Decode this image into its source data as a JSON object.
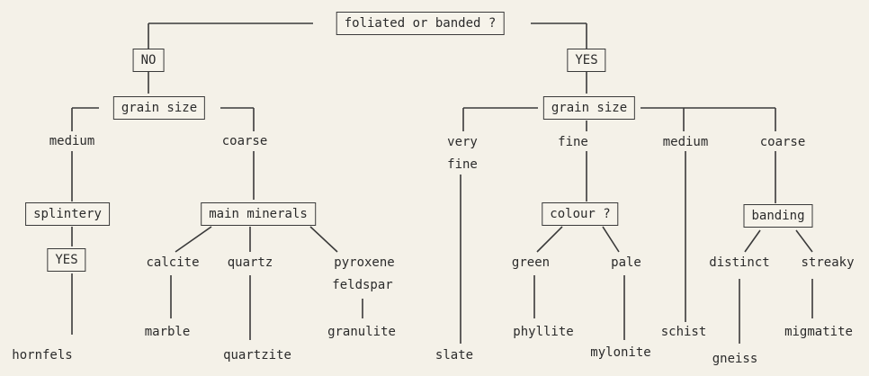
{
  "root": {
    "question": "foliated or banded ?"
  },
  "no_branch": {
    "answer": "NO",
    "grain_size": "grain size",
    "medium": "medium",
    "coarse": "coarse",
    "splintery": "splintery",
    "splintery_yes": "YES",
    "hornfels": "hornfels",
    "main_minerals": "main minerals",
    "calcite": "calcite",
    "quartz": "quartz",
    "pyroxene": "pyroxene",
    "feldspar": "feldspar",
    "marble": "marble",
    "quartzite": "quartzite",
    "granulite": "granulite"
  },
  "yes_branch": {
    "answer": "YES",
    "grain_size": "grain size",
    "very": "very",
    "fine_word": "fine",
    "fine": "fine",
    "medium": "medium",
    "coarse": "coarse",
    "slate": "slate",
    "colour": "colour ?",
    "green": "green",
    "pale": "pale",
    "phyllite": "phyllite",
    "mylonite": "mylonite",
    "schist": "schist",
    "banding": "banding",
    "distinct": "distinct",
    "streaky": "streaky",
    "gneiss": "gneiss",
    "migmatite": "migmatite"
  }
}
